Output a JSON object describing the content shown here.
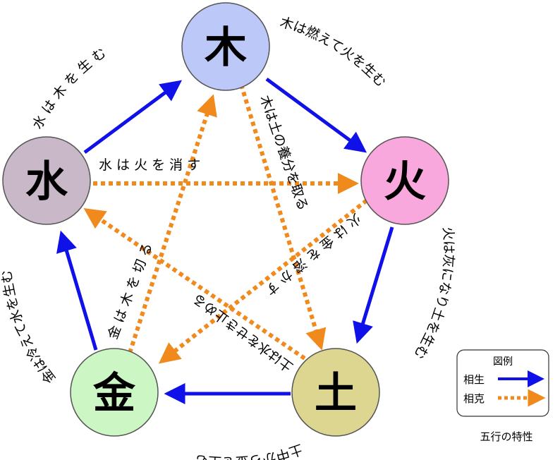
{
  "elements": {
    "wood": {
      "label": "木",
      "color": "#bcc8f8"
    },
    "fire": {
      "label": "火",
      "color": "#f8a8dc"
    },
    "earth": {
      "label": "土",
      "color": "#dcd690"
    },
    "metal": {
      "label": "金",
      "color": "#ccf6c4"
    },
    "water": {
      "label": "水",
      "color": "#c8b8c8"
    }
  },
  "generating_labels": {
    "water_wood": "水 は 木 を 生 む",
    "wood_fire": "木は燃えて火を生む",
    "fire_earth": "火は灰になり土を生む",
    "earth_metal": "土中から金を生む",
    "metal_water": "金は冷えて水を生む"
  },
  "overcoming_labels": {
    "water_fire": "水 は 火 を 消 す",
    "wood_earth": "木は土の養分を取る",
    "fire_metal": "火 は 金 を 溶 か す",
    "metal_wood": "金 は 木 を 切 る",
    "earth_water": "土は水をせき止める"
  },
  "legend": {
    "title": "図例",
    "generating": "相生",
    "overcoming": "相克"
  },
  "caption": "五行の特性",
  "colors": {
    "generating_arrow": "#1010e8",
    "overcoming_arrow": "#f08a1c"
  }
}
